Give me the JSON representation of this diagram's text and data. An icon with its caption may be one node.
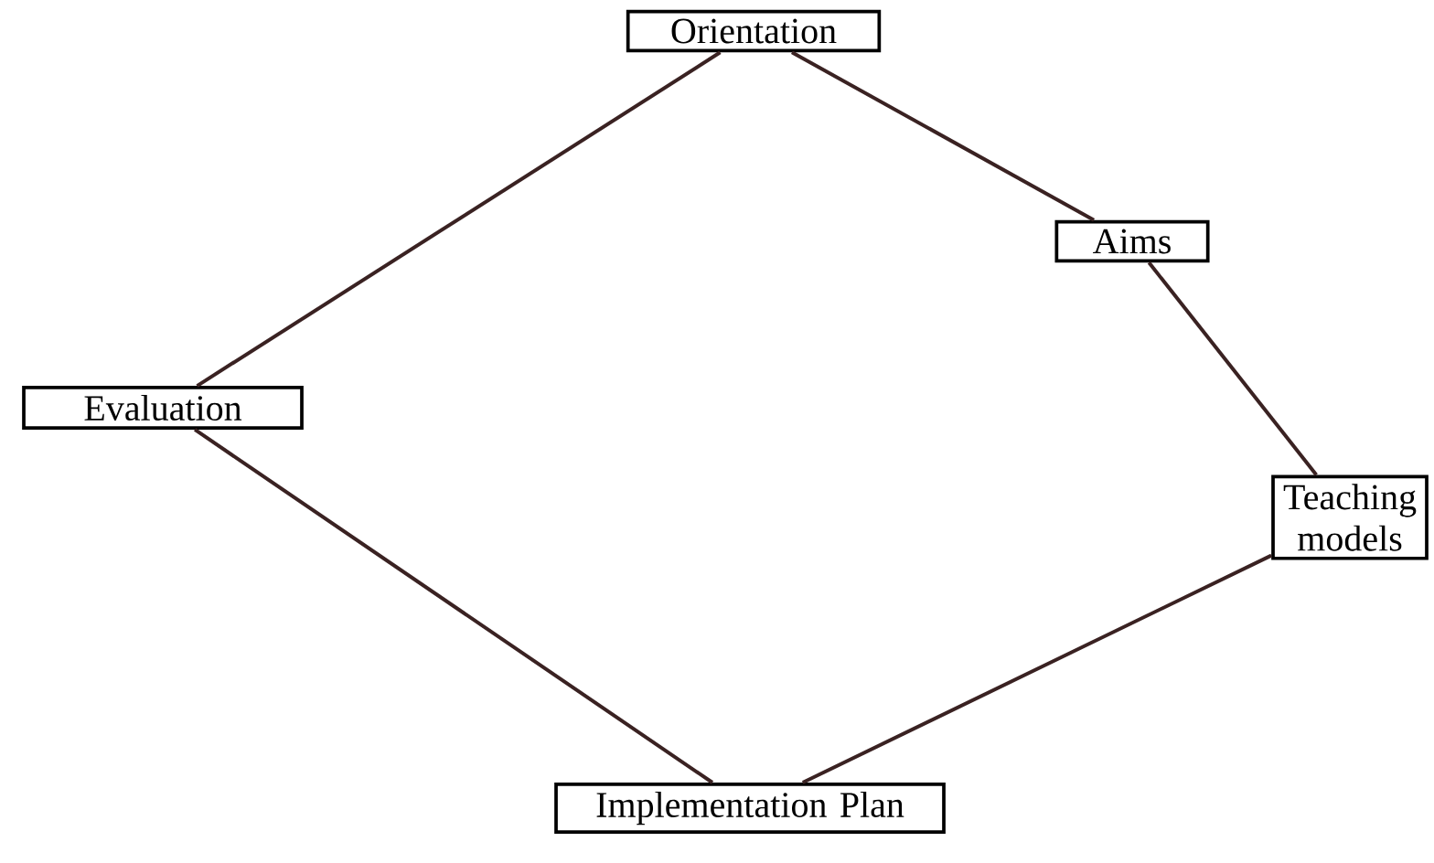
{
  "diagram": {
    "nodes": [
      {
        "text": [
          "Orientation"
        ]
      },
      {
        "text": [
          "Aims"
        ]
      },
      {
        "text": [
          "Teaching models"
        ]
      },
      {
        "text": [
          "Implementation Plan"
        ]
      },
      {
        "text": [
          "Evaluation"
        ]
      }
    ],
    "edges": [
      {
        "from": 0,
        "to": 1,
        "arrow": "none"
      },
      {
        "from": 1,
        "to": 2,
        "arrow": "none"
      },
      {
        "from": 2,
        "to": 3,
        "arrow": "none"
      },
      {
        "from": 3,
        "to": 4,
        "arrow": "none"
      },
      {
        "from": 4,
        "to": 0,
        "arrow": "none"
      }
    ]
  }
}
